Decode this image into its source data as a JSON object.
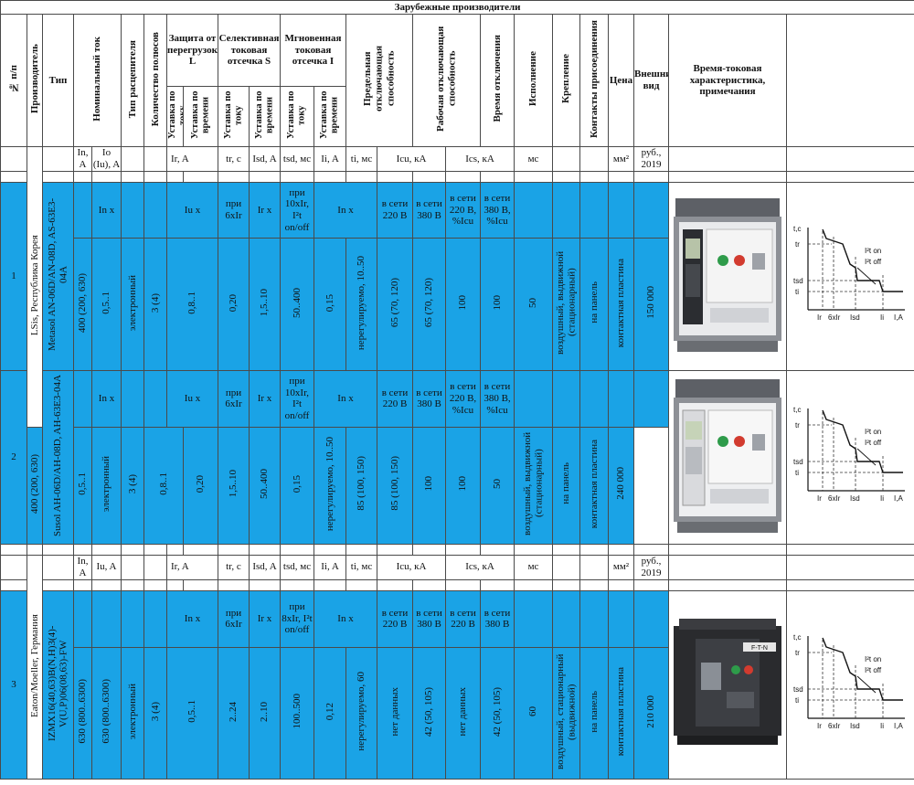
{
  "title": "Зарубежные производители",
  "header": {
    "num": "№ п/п",
    "maker": "Производитель",
    "type": "Тип",
    "nominal": "Номинальный ток",
    "release": "Тип расцепителя",
    "poles": "Количество полюсов",
    "protL": "Защита от перегрузок L",
    "protS": "Селективная токовая отсечка S",
    "protI": "Мгновенная токовая отсечка I",
    "setCurrent": "Уставка по току",
    "setTime": "Уставка по времени",
    "icu": "Предельная отключающая способность",
    "ics": "Рабочая отключающая способность",
    "tripTime": "Время отключения",
    "design": "Исполнение",
    "mount": "Крепление",
    "contacts": "Контакты присоединения",
    "price": "Цена",
    "appearance": "Внешний вид",
    "curve": "Время-токовая характеристика, примечания"
  },
  "units1": {
    "in": "In, A",
    "io": "Io (Iu), A",
    "ir": "Ir, A",
    "tr": "tr, с",
    "isd": "Isd, A",
    "tsd": "tsd, мс",
    "ii": "Ii, A",
    "ti": "ti, мс",
    "icu": "Icu, кА",
    "ics": "Ics, кА",
    "ms": "мс",
    "mm": "мм²",
    "price": "руб., 2019"
  },
  "units2": {
    "in": "In, A",
    "io": "Iu, A",
    "ir": "Ir, A",
    "tr": "tr, с",
    "isd": "Isd, A",
    "tsd": "tsd, мс",
    "ii": "Ii, A",
    "ti": "ti, мс",
    "icu": "Icu, кА",
    "ics": "Ics, кА",
    "ms": "мс",
    "mm": "мм²",
    "price": "руб., 2019"
  },
  "maker1": "LSis, Республика Корея",
  "maker2": "Eaton/Moeller, Германия",
  "rows": [
    {
      "num": "1",
      "type": "Metasol AN-06D/AN-08D, AS-63E3-04A",
      "sub": {
        "io": "In x",
        "ir": "Iu x",
        "tr": "при 6xIr",
        "isd": "Ir x",
        "tsd": "при 10xIr, I²t on/off",
        "ii": "In x",
        "icu220": "в сети 220 В",
        "icu380": "в сети 380 В",
        "ics220": "в сети 220 В, %Icu",
        "ics380": "в сети 380 В, %Icu"
      },
      "in": "400 (200, 630)",
      "io": "0,5..1",
      "release": "электронный",
      "poles": "3 (4)",
      "ir": "0,8..1",
      "tr": "0,20",
      "isd": "1,5..10",
      "tsd": "50..400",
      "ii": "0,15",
      "ti": "нерегулируемо, 10..50",
      "icu220": "65 (70, 120)",
      "icu380": "65 (70, 120)",
      "ics220": "100",
      "ics380": "100",
      "trip": "50",
      "design": "воздушный, выдвижной (стационарный)",
      "mount": "на панель",
      "contacts": "контактная пластина",
      "price": "150 000"
    },
    {
      "num": "2",
      "type": "Susol AH-06D/AH-08D, AH-63E3-04A",
      "sub": {
        "io": "In x",
        "ir": "Iu x",
        "tr": "при 6xIr",
        "isd": "Ir x",
        "tsd": "при 10xIr, I²t on/off",
        "ii": "In x",
        "icu220": "в сети 220 В",
        "icu380": "в сети 380 В",
        "ics220": "в сети 220 В, %Icu",
        "ics380": "в сети 380 В, %Icu"
      },
      "in": "400 (200, 630)",
      "io": "0,5..1",
      "release": "электронный",
      "poles": "3 (4)",
      "ir": "0,8..1",
      "tr": "0,20",
      "isd": "1,5..10",
      "tsd": "50..400",
      "ii": "0,15",
      "ti": "нерегулируемо, 10..50",
      "icu220": "85 (100, 150)",
      "icu380": "85 (100, 150)",
      "ics220": "100",
      "ics380": "100",
      "trip": "50",
      "design": "воздушный, выдвижной (стационарный)",
      "mount": "на панель",
      "contacts": "контактная пластина",
      "price": "240 000"
    },
    {
      "num": "3",
      "type": "IZMX16(40,63)B(N,H)3(4)-V(U,P)06(08,63)-FW",
      "sub": {
        "io": "",
        "ir": "In x",
        "tr": "при 6xIr",
        "isd": "Ir x",
        "tsd": "при 8xIr, I²t on/off",
        "ii": "In x",
        "icu220": "в сети 220 В",
        "icu380": "в сети 380 В",
        "ics220": "в сети 220 В",
        "ics380": "в сети 380 В"
      },
      "in": "630 (800..6300)",
      "io": "630 (800..6300)",
      "release": "электронный",
      "poles": "3 (4)",
      "ir": "0,5..1",
      "tr": "2..24",
      "isd": "2..10",
      "tsd": "100..500",
      "ii": "0,12",
      "ti": "нерегулируемо, 60",
      "icu220": "нет данных",
      "icu380": "42 (50, 105)",
      "ics220": "нет данных",
      "ics380": "42 (50, 105)",
      "trip": "60",
      "design": "воздушный, стационарный (выдвижной)",
      "mount": "на панель",
      "contacts": "контактная пластина",
      "price": "210 000"
    }
  ],
  "curve": {
    "yaxis": "t,c",
    "xaxis": "I,A",
    "tr": "tr",
    "tsd": "tsd",
    "ti": "ti",
    "ir": "Ir",
    "x6": "6xIr",
    "isd": "Isd",
    "ii": "Ii",
    "on": "I²t  on",
    "off": "I²t  off"
  },
  "breaker3_brand": "F-T-N"
}
